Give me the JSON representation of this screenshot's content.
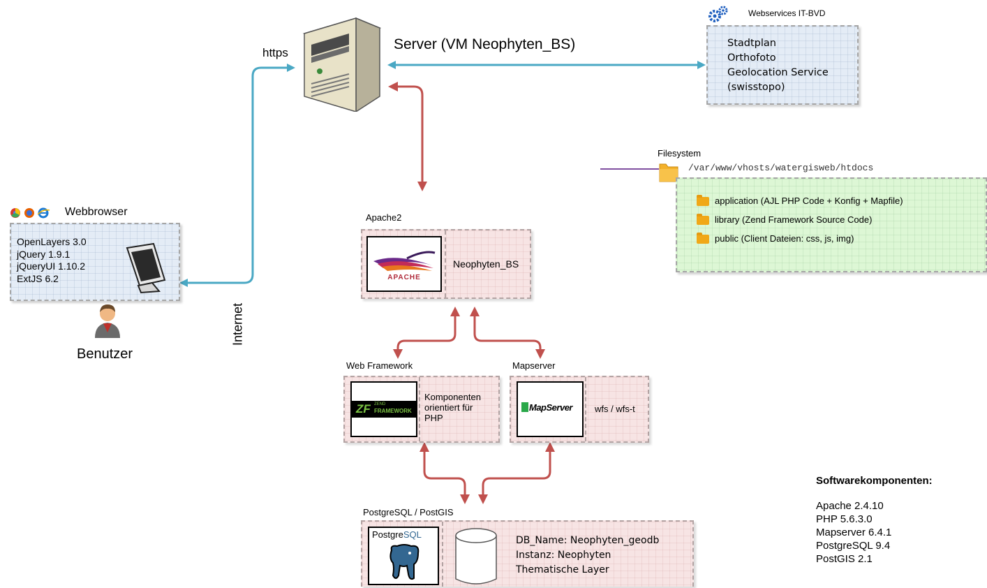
{
  "server": {
    "title": "Server (VM Neophyten_BS)",
    "https_label": "https"
  },
  "webservices": {
    "title": "Webservices IT-BVD",
    "lines": [
      "Stadtplan",
      "Orthofoto",
      "Geolocation Service",
      "(swisstopo)"
    ]
  },
  "filesystem": {
    "title": "Filesystem",
    "path": "/var/www/vhosts/watergisweb/htdocs",
    "items": [
      "application (AJL PHP Code + Konfig + Mapfile)",
      "library (Zend Framework Source Code)",
      "public (Client Dateien: css, js, img)"
    ]
  },
  "webbrowser": {
    "title": "Webbrowser",
    "libs": [
      "OpenLayers 3.0",
      "jQuery 1.9.1",
      "jQueryUI 1.10.2",
      "ExtJS 6.2"
    ],
    "user_label": "Benutzer",
    "internet_label": "Internet"
  },
  "apache": {
    "title": "Apache2",
    "logo_text": "APACHE",
    "name": "Neophyten_BS"
  },
  "web_framework": {
    "title": "Web Framework",
    "logo_text_1": "ZF",
    "logo_text_2": "ZEND",
    "logo_text_3": "FRAMEWORK",
    "desc": [
      "Komponenten",
      "orientiert für",
      "PHP"
    ]
  },
  "mapserver": {
    "title": "Mapserver",
    "logo_text": "MapServer",
    "desc": "wfs / wfs-t"
  },
  "postgres": {
    "title": "PostgreSQL / PostGIS",
    "logo_text_1": "Postgre",
    "logo_text_2": "SQL",
    "lines": [
      "DB_Name: Neophyten_geodb",
      "Instanz: Neophyten",
      "Thematische Layer"
    ]
  },
  "software": {
    "title": "Softwarekomponenten:",
    "items": [
      "Apache 2.4.10",
      "PHP 5.6.3.0",
      "Mapserver 6.4.1",
      "PostgreSQL 9.4",
      "PostGIS 2.1"
    ]
  },
  "colors": {
    "blue_arrow": "#4aa8c4",
    "red_arrow": "#c0504d",
    "purple_line": "#7f4fa0"
  }
}
